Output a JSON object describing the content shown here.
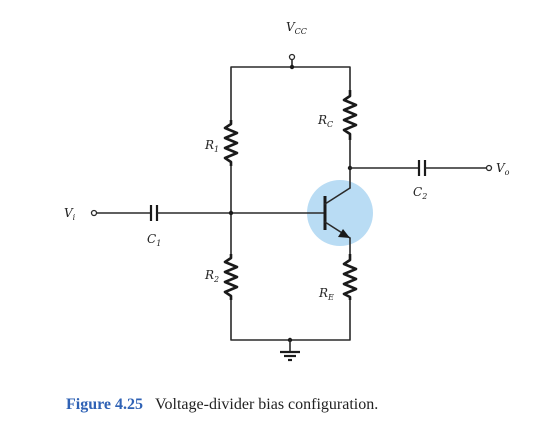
{
  "labels": {
    "vcc": {
      "main": "V",
      "sub": "CC"
    },
    "r1": {
      "main": "R",
      "sub": "1"
    },
    "r2": {
      "main": "R",
      "sub": "2"
    },
    "rc": {
      "main": "R",
      "sub": "C"
    },
    "re": {
      "main": "R",
      "sub": "E"
    },
    "c1": {
      "main": "C",
      "sub": "1"
    },
    "c2": {
      "main": "C",
      "sub": "2"
    },
    "vi": {
      "main": "V",
      "sub": "i"
    },
    "vo": {
      "main": "V",
      "sub": "o"
    }
  },
  "caption": {
    "figure_number": "Figure 4.25",
    "text": "Voltage-divider bias configuration."
  },
  "colors": {
    "transistor_highlight": "#b9dcf4",
    "caption_figure": "#2f62b5"
  }
}
